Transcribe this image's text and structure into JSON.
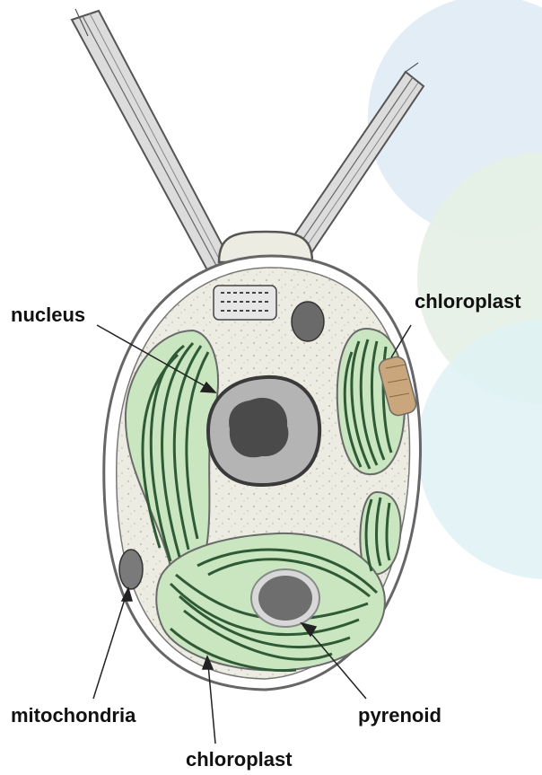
{
  "labels": {
    "nucleus": "nucleus",
    "chloroplast_right": "chloroplast",
    "mitochondria": "mitochondria",
    "pyrenoid": "pyrenoid",
    "chloroplast_bottom": "chloroplast"
  },
  "colors": {
    "cytoplasm": "#ecece2",
    "cell_outline": "#555555",
    "chloroplast_fill": "#c9e6c0",
    "thylakoid": "#2f5a36",
    "nucleus_fill": "#b4b4b4",
    "nucleolus": "#4a4a4a",
    "pyrenoid": "#6e6e6e",
    "mitochondrion": "#7a7a7a",
    "eyespot": "#c9a67c",
    "flagellum": "#d8d8d8",
    "bg_circle_1": "#e3edf6",
    "bg_circle_2": "#e4f0e4",
    "bg_circle_3": "#dff2f4"
  }
}
